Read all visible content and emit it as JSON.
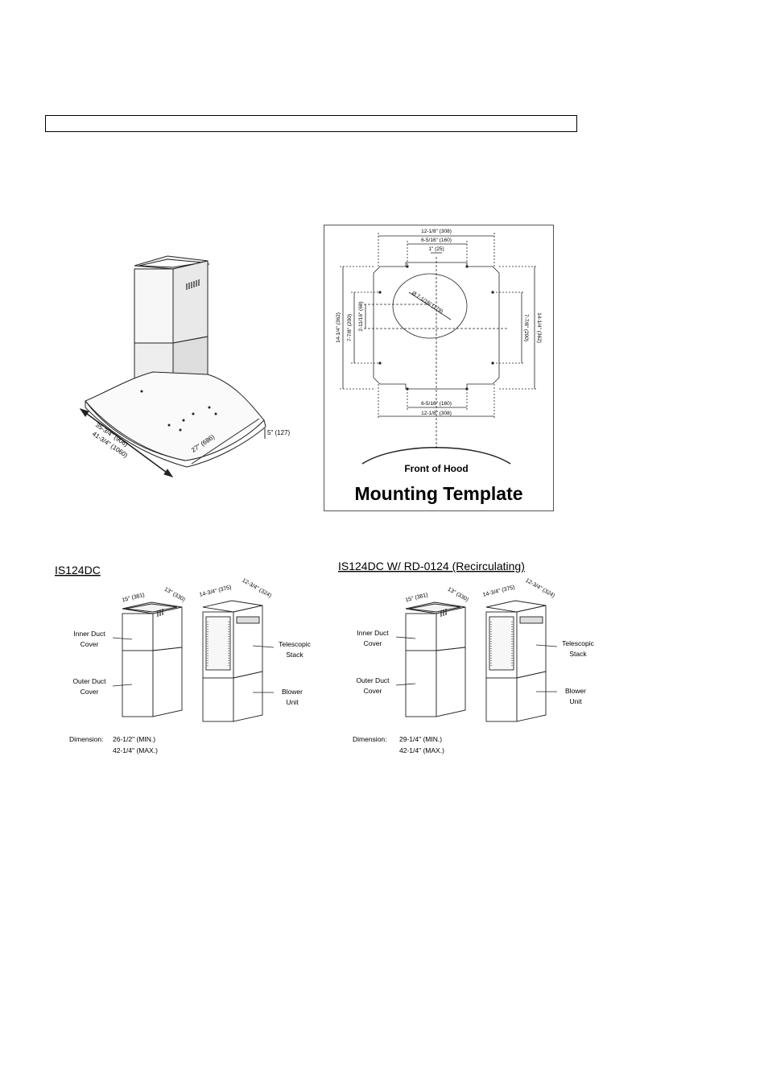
{
  "hood_drawing": {
    "dim_width_a": "35-3/4\" (906)",
    "dim_width_b": "41-3/4\" (1060)",
    "dim_depth": "27\" (686)",
    "dim_height": "5\" (127)"
  },
  "template": {
    "top_width": "12-1/8\" (308)",
    "top_inner": "6-5/16\" (160)",
    "top_center": "1\" (25)",
    "diameter": "Ø 7-1/16\" (179)",
    "left_small": "2-11/16\" (68)",
    "left_mid": "7-7/8\" (200)",
    "left_full": "14-1/4\" (362)",
    "right_mid": "7-7/8\" (200)",
    "right_full": "14-1/4\" (362)",
    "bottom_inner": "6-5/16\" (160)",
    "bottom_width": "12-1/8\" (308)",
    "front_label": "Front of Hood",
    "title": "Mounting Template"
  },
  "duct_left": {
    "title": "IS124DC",
    "d1": "15\" (381)",
    "d2": "13\" (330)",
    "d3": "14-3/4\" (375)",
    "d4": "12-3/4\" (324)",
    "inner_1": "Inner Duct",
    "inner_2": "Cover",
    "outer_1": "Outer Duct",
    "outer_2": "Cover",
    "tele_1": "Telescopic",
    "tele_2": "Stack",
    "blower_1": "Blower",
    "blower_2": "Unit",
    "dim_label": "Dimension:",
    "dim_min": "26-1/2\" (MIN.)",
    "dim_max": "42-1/4\" (MAX.)"
  },
  "duct_right": {
    "title": "IS124DC W/ RD-0124 (Recirculating)",
    "d1": "15\" (381)",
    "d2": "13\" (330)",
    "d3": "14-3/4\" (375)",
    "d4": "12-3/4\" (324)",
    "inner_1": "Inner Duct",
    "inner_2": "Cover",
    "outer_1": "Outer Duct",
    "outer_2": "Cover",
    "tele_1": "Telescopic",
    "tele_2": "Stack",
    "blower_1": "Blower",
    "blower_2": "Unit",
    "dim_label": "Dimension:",
    "dim_min": "29-1/4\" (MIN.)",
    "dim_max": "42-1/4\" (MAX.)"
  }
}
